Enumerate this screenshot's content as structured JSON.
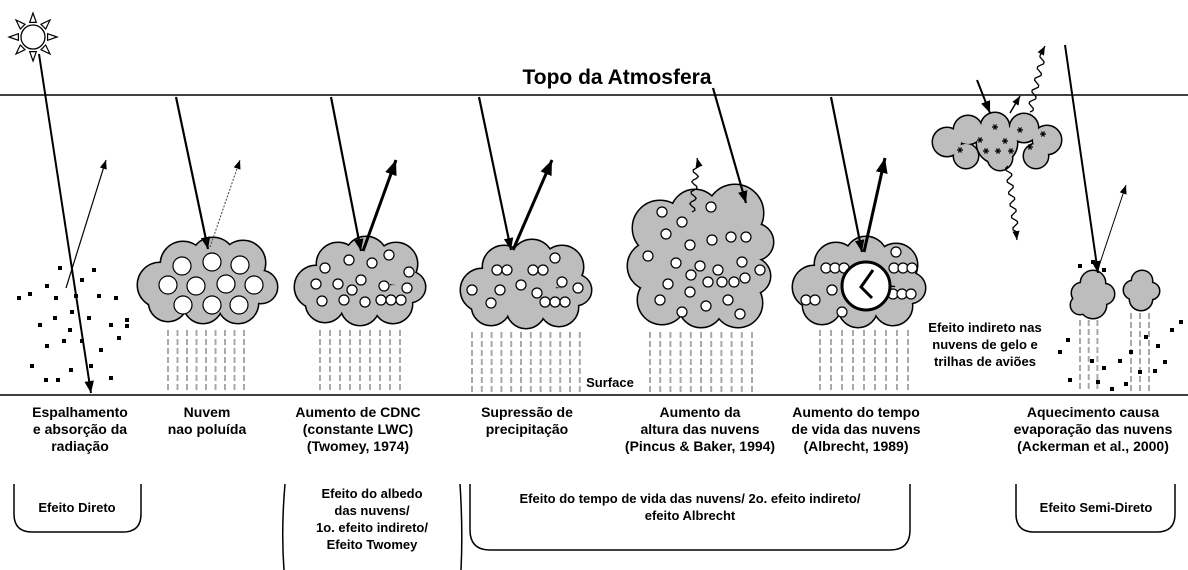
{
  "atmosphere_top_label": "Topo da Atmosfera",
  "surface_label": "Surface",
  "panels": [
    {
      "lines": [
        "Espalhamento",
        "e absorção da",
        "radiação"
      ]
    },
    {
      "lines": [
        "Nuvem",
        "nao poluída"
      ]
    },
    {
      "lines": [
        "Aumento de CDNC",
        "(constante LWC)",
        "(Twomey, 1974)"
      ]
    },
    {
      "lines": [
        "Supressão de",
        "precipitação"
      ]
    },
    {
      "lines": [
        "Aumento da",
        "altura das nuvens",
        "(Pincus & Baker, 1994)"
      ]
    },
    {
      "lines": [
        "Aumento do tempo",
        "de vida das nuvens",
        "(Albrecht, 1989)"
      ]
    },
    {
      "lines": [
        "Aquecimento causa",
        "evaporação das nuvens",
        "(Ackerman et al., 2000)"
      ]
    }
  ],
  "ice_cloud_label": [
    "Efeito indireto nas",
    "nuvens de gelo e",
    "trilhas de aviões"
  ],
  "effect_brackets": [
    {
      "lines": [
        "Efeito Direto"
      ]
    },
    {
      "lines": [
        "Efeito do albedo",
        "das nuvens/",
        "1o. efeito indireto/",
        "Efeito Twomey"
      ]
    },
    {
      "lines": [
        "Efeito do tempo de vida das nuvens/ 2o. efeito indireto/",
        "efeito Albrecht"
      ]
    },
    {
      "lines": [
        "Efeito Semi-Direto"
      ]
    }
  ],
  "icons": [
    "sun-icon",
    "cloud-icon",
    "clock-icon",
    "ice-crystal-icon"
  ],
  "colors": {
    "cloud_fill": "#bdbdbd",
    "outline": "#000000",
    "rain": "#a9a9a9",
    "droplet": "#ffffff"
  }
}
